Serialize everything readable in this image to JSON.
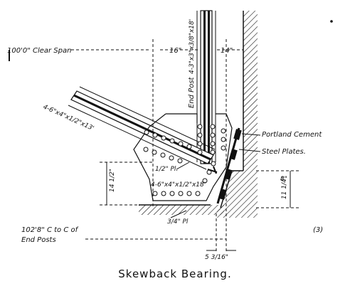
{
  "title": "Skewback Bearing.",
  "figure_number": "(3)",
  "labels": {
    "clear_span": "100'0\" Clear Span",
    "dim_16": "16\"",
    "dim_14": "14\"",
    "end_post": "End Post",
    "end_post_angles": "4-3\"x3\"x3/8\"x18'",
    "diagonal_angles": "4-6\"x4\"x1/2\"x13'",
    "portland_cement": "Portland Cement",
    "steel_plates": "Steel Plates.",
    "plate_half": "1/2\" Pl.",
    "angles_bottom": "4-6\"x4\"x1/2\"x18'",
    "dim_14_half": "14 1/2\"",
    "dim_8": "8\"",
    "dim_11_quarter": "11 1/4\"",
    "plate_three_quarter": "3/4\" Pl",
    "center_to_center": "102'8\" C to C of",
    "end_posts": "End Posts",
    "dim_5_3_16": "5 3/16\""
  }
}
